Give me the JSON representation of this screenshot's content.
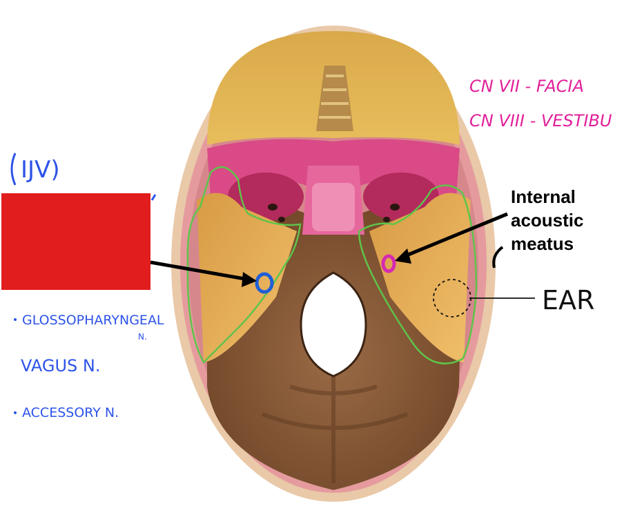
{
  "notes": {
    "facial": "CN VII - FACIA",
    "vestibular": "CN VIII - VESTIBU",
    "ijv": "IJV)",
    "glosso": "GLOSSOPHARYNGEAL",
    "glosso_n": "N.",
    "vagus": "VAGUS N.",
    "accessory": "ACCESSORY N.",
    "ear": "EAR"
  },
  "labels": {
    "iam_line1": "Internal",
    "iam_line2": "acoustic",
    "iam_line3": "meatus"
  },
  "colors": {
    "highlight_outline": "#5fc44a",
    "jugular_marker": "#1f5fd6",
    "iam_marker": "#d62ab0",
    "pink_ink": "#e0209a",
    "blue_ink": "#2d53e8",
    "mask": "#e11d1d"
  }
}
